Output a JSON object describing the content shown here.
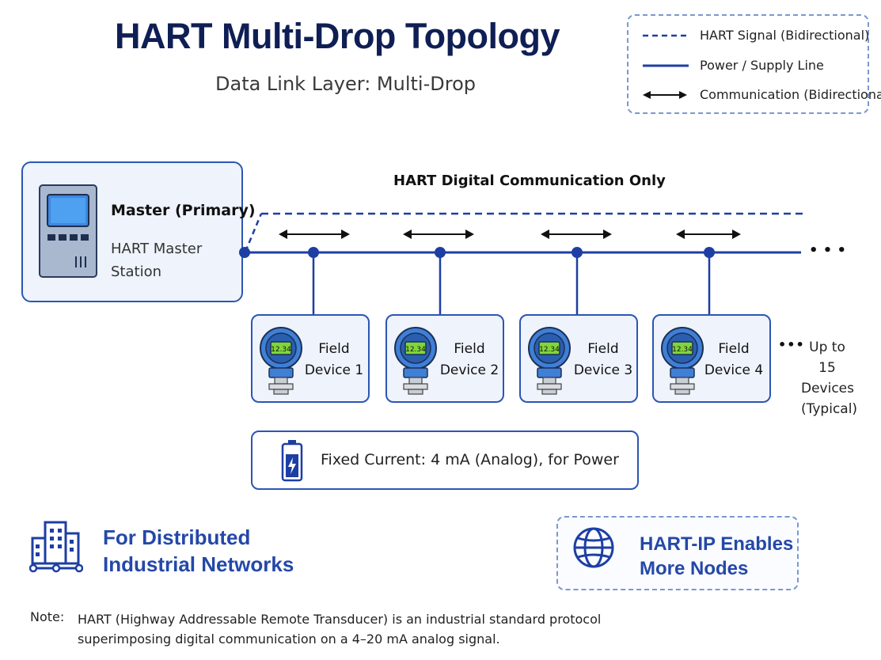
{
  "title": "HART Multi-Drop Topology",
  "subtitle": "Data Link Layer: Multi-Drop",
  "legend": {
    "items": [
      {
        "symbol": "dashed-line",
        "label": "HART Signal  (Bidirectional)"
      },
      {
        "symbol": "solid-line",
        "label": "Power / Supply Line"
      },
      {
        "symbol": "double-arrow",
        "label": "Communication (Bidirectional)"
      }
    ]
  },
  "master": {
    "title": "Master (Primary)",
    "subtitle_line1": "HART Master",
    "subtitle_line2": "Station"
  },
  "bus": {
    "label": "HART Digital Communication Only",
    "ellipsis": "• • •"
  },
  "devices": [
    {
      "line1": "Field",
      "line2": "Device 1",
      "display": "12.34"
    },
    {
      "line1": "Field",
      "line2": "Device 2",
      "display": "12.34"
    },
    {
      "line1": "Field",
      "line2": "Device 3",
      "display": "12.34"
    },
    {
      "line1": "Field",
      "line2": "Device 4",
      "display": "12.34"
    }
  ],
  "more_devices": {
    "dots": "•••",
    "line1": "Up to 15",
    "line2": "Devices",
    "line3": "(Typical)"
  },
  "power": {
    "text": "Fixed Current: 4 mA (Analog), for Power"
  },
  "features": {
    "distributed_line1": "For Distributed",
    "distributed_line2": "Industrial Networks",
    "hartip_line1": "HART-IP Enables",
    "hartip_line2": "More Nodes"
  },
  "note": {
    "label": "Note:",
    "line1": "HART (Highway Addressable Remote Transducer) is an industrial standard protocol",
    "line2": "superimposing digital communication on a 4–20 mA analog signal."
  },
  "colors": {
    "navy": "#0f1f55",
    "bus_blue": "#1d3fa3",
    "box_border": "#2c56b3",
    "box_fill": "#eef3fc",
    "lcd_green": "#7fd63a"
  }
}
